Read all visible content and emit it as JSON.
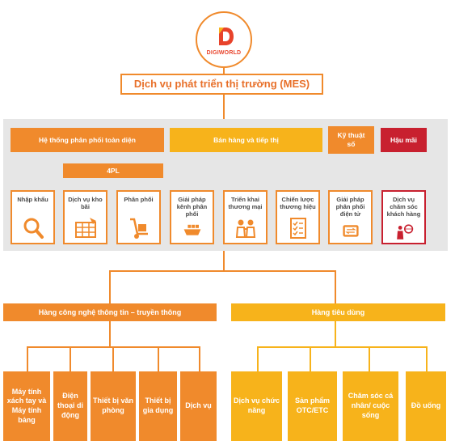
{
  "logo": {
    "text": "DIGIWORLD"
  },
  "title": "Dịch vụ phát triển thị trường (MES)",
  "categories": {
    "distribution": "Hệ thống phân phối toàn diện",
    "sales": "Bán hàng và tiếp thị",
    "tech": "Kỹ thuật số",
    "aftersales": "Hậu mãi",
    "fourpl": "4PL"
  },
  "services": [
    {
      "label": "Nhập khẩu",
      "icon": "magnifier-icon"
    },
    {
      "label": "Dịch vụ kho bãi",
      "icon": "warehouse-icon"
    },
    {
      "label": "Phân phối",
      "icon": "hand-truck-icon"
    },
    {
      "label": "Giải pháp kênh phân phối",
      "icon": "cargo-ship-icon"
    },
    {
      "label": "Triển khai thương mại",
      "icon": "team-icon"
    },
    {
      "label": "Chiến lược thương hiệu",
      "icon": "checklist-icon"
    },
    {
      "label": "Giải pháp phân phối điện tử",
      "icon": "devices-exchange-icon"
    },
    {
      "label": "Dịch vụ chăm sóc khách hàng",
      "icon": "customer-care-icon"
    }
  ],
  "groups": {
    "ict": {
      "label": "Hàng công nghệ thông tin – truyền thông",
      "items": [
        "Máy tính xách tay và Máy tính bảng",
        "Điện thoại di động",
        "Thiết bị văn phòng",
        "Thiết bị gia dụng",
        "Dịch vụ"
      ]
    },
    "consumer": {
      "label": "Hàng tiêu dùng",
      "items": [
        "Dịch vụ chức năng",
        "Sản phẩm OTC/ETC",
        "Chăm sóc cá nhân/ cuộc sống",
        "Đồ uống"
      ]
    }
  },
  "colors": {
    "orange": "#f08a2c",
    "yellow": "#f7b31b",
    "red": "#c8202f",
    "grey_panel": "#e6e6e6"
  }
}
